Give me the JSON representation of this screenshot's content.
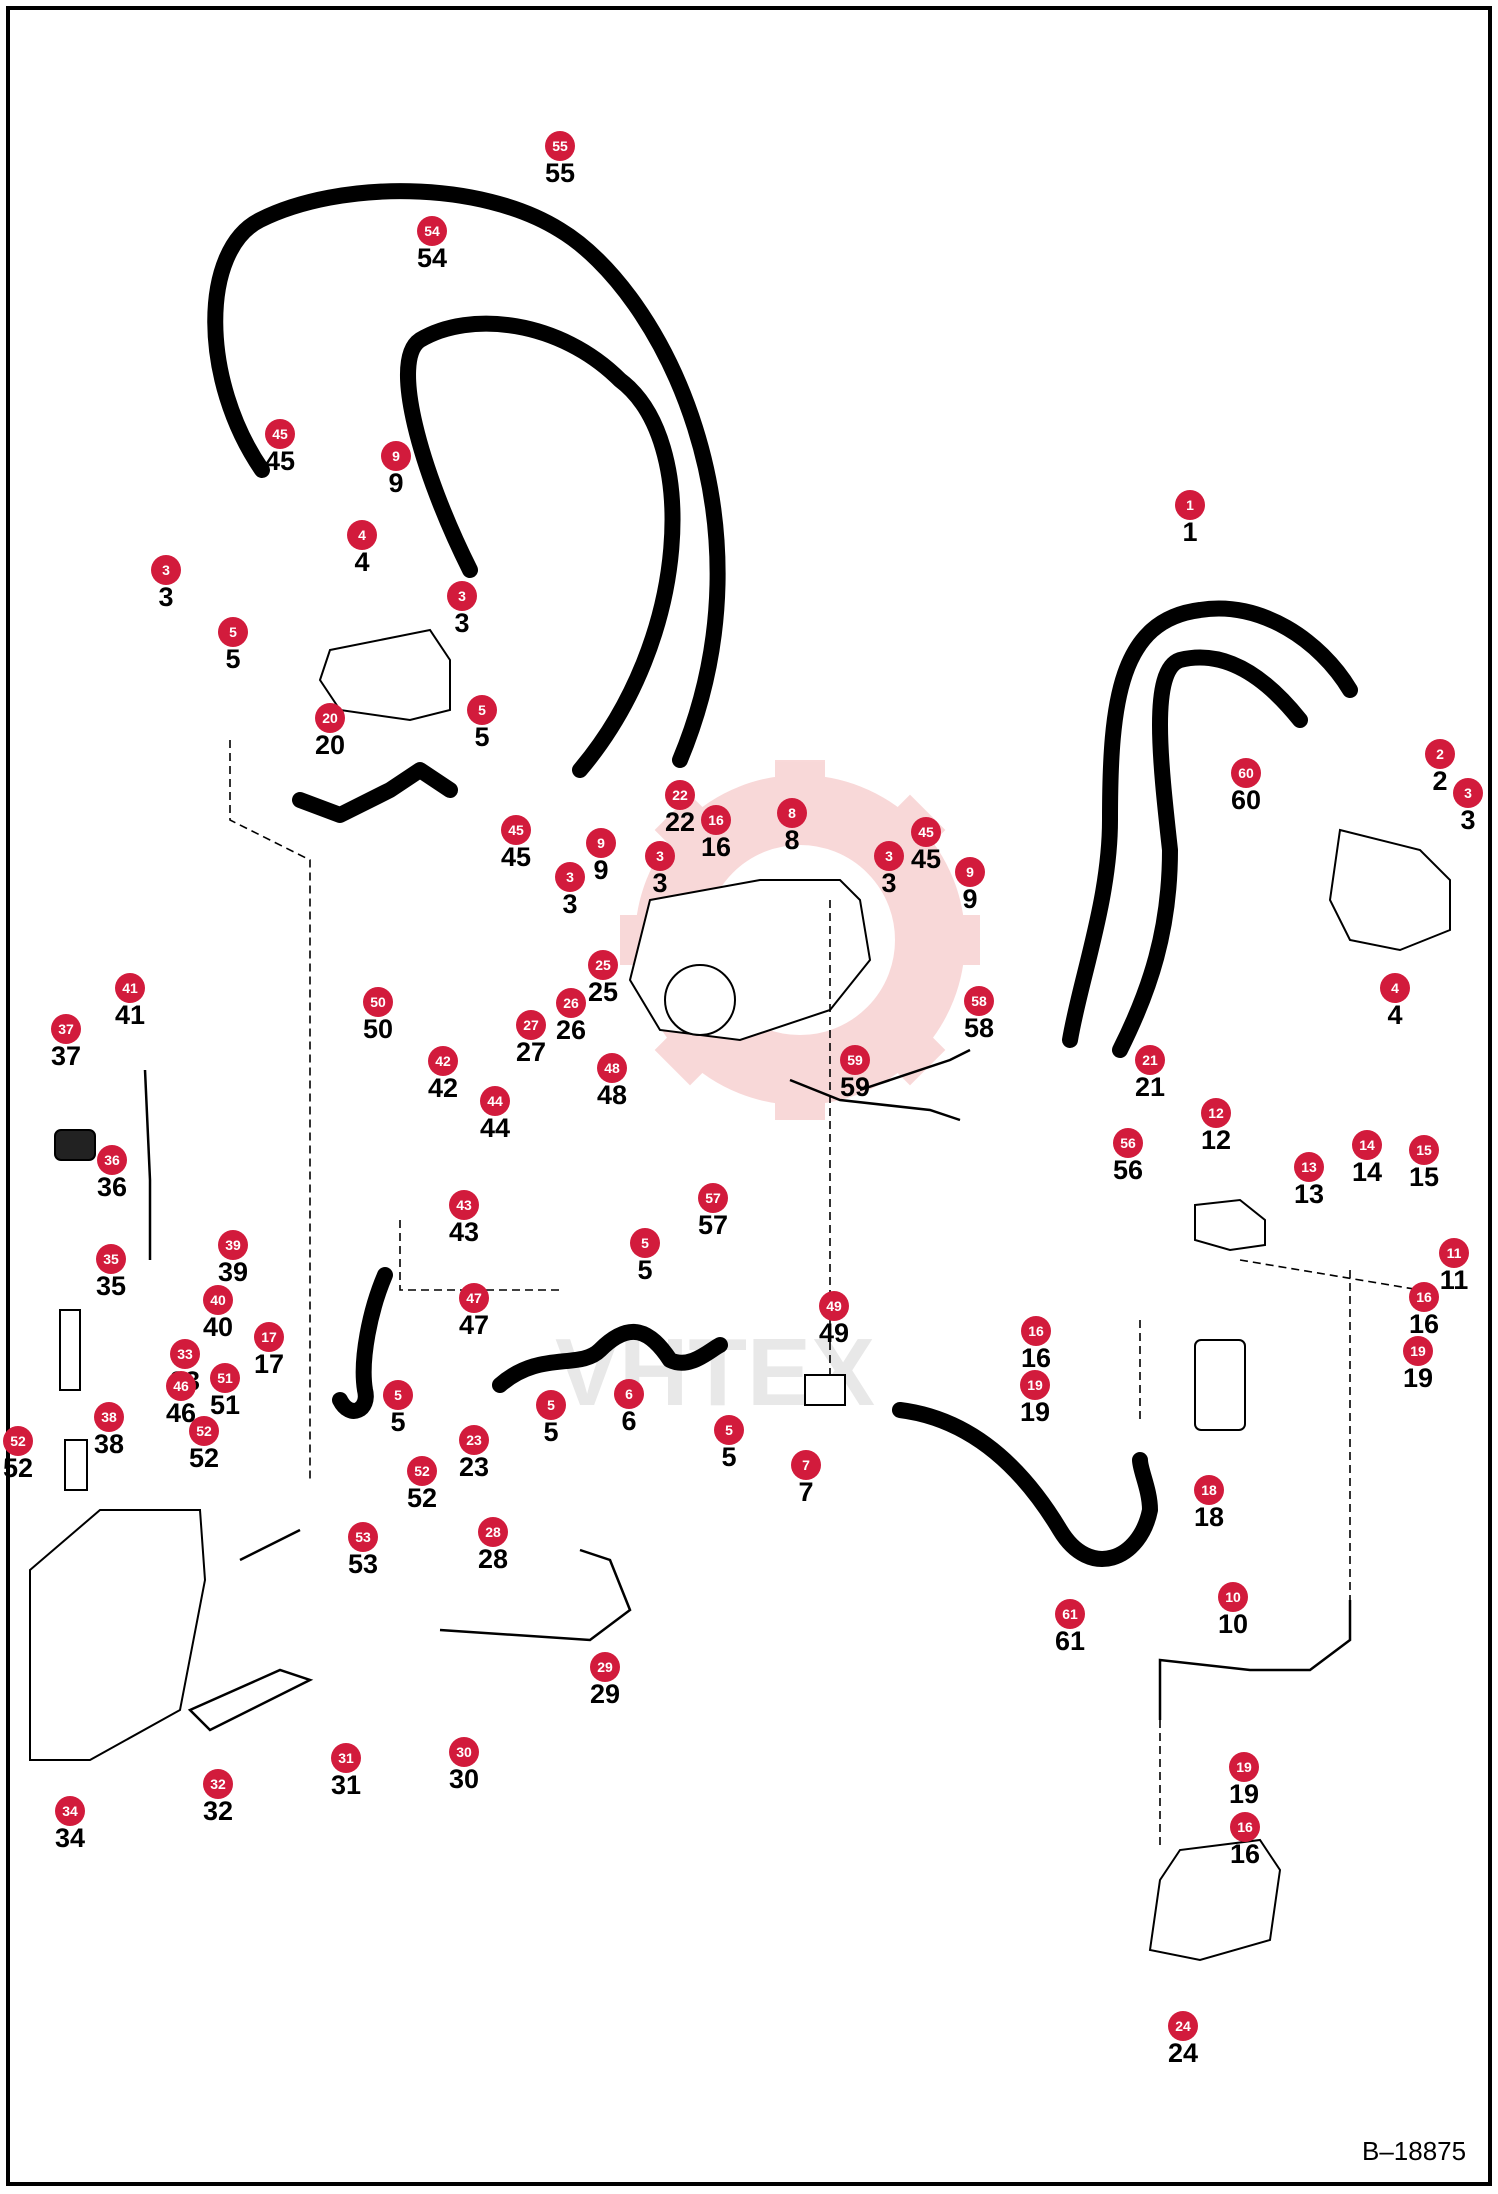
{
  "reference": "B–18875",
  "watermark": "VHTEX",
  "colors": {
    "badge": "#d21b3c",
    "ink": "#000000",
    "watermark_gear": "#f4b9b9"
  },
  "callouts": [
    {
      "n": "55"
    },
    {
      "n": "54"
    },
    {
      "n": "45"
    },
    {
      "n": "9"
    },
    {
      "n": "4"
    },
    {
      "n": "3"
    },
    {
      "n": "3"
    },
    {
      "n": "5"
    },
    {
      "n": "20"
    },
    {
      "n": "5"
    },
    {
      "n": "1"
    },
    {
      "n": "2"
    },
    {
      "n": "3"
    },
    {
      "n": "60"
    },
    {
      "n": "4"
    },
    {
      "n": "22"
    },
    {
      "n": "16"
    },
    {
      "n": "8"
    },
    {
      "n": "45"
    },
    {
      "n": "45"
    },
    {
      "n": "9"
    },
    {
      "n": "3"
    },
    {
      "n": "3"
    },
    {
      "n": "3"
    },
    {
      "n": "9"
    },
    {
      "n": "25"
    },
    {
      "n": "26"
    },
    {
      "n": "27"
    },
    {
      "n": "48"
    },
    {
      "n": "58"
    },
    {
      "n": "59"
    },
    {
      "n": "21"
    },
    {
      "n": "50"
    },
    {
      "n": "42"
    },
    {
      "n": "44"
    },
    {
      "n": "43"
    },
    {
      "n": "57"
    },
    {
      "n": "5"
    },
    {
      "n": "41"
    },
    {
      "n": "37"
    },
    {
      "n": "36"
    },
    {
      "n": "35"
    },
    {
      "n": "39"
    },
    {
      "n": "40"
    },
    {
      "n": "47"
    },
    {
      "n": "17"
    },
    {
      "n": "33"
    },
    {
      "n": "51"
    },
    {
      "n": "38"
    },
    {
      "n": "46"
    },
    {
      "n": "52"
    },
    {
      "n": "52"
    },
    {
      "n": "5"
    },
    {
      "n": "5"
    },
    {
      "n": "6"
    },
    {
      "n": "5"
    },
    {
      "n": "23"
    },
    {
      "n": "49"
    },
    {
      "n": "7"
    },
    {
      "n": "52"
    },
    {
      "n": "53"
    },
    {
      "n": "12"
    },
    {
      "n": "13"
    },
    {
      "n": "14"
    },
    {
      "n": "15"
    },
    {
      "n": "11"
    },
    {
      "n": "56"
    },
    {
      "n": "16"
    },
    {
      "n": "16"
    },
    {
      "n": "19"
    },
    {
      "n": "19"
    },
    {
      "n": "18"
    },
    {
      "n": "28"
    },
    {
      "n": "29"
    },
    {
      "n": "30"
    },
    {
      "n": "31"
    },
    {
      "n": "32"
    },
    {
      "n": "34"
    },
    {
      "n": "61"
    },
    {
      "n": "10"
    },
    {
      "n": "19"
    },
    {
      "n": "16"
    },
    {
      "n": "24"
    }
  ]
}
